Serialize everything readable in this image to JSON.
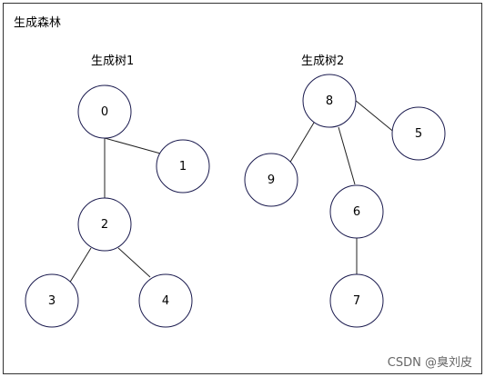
{
  "title": "生成森林",
  "trees": [
    {
      "label": "生成树1"
    },
    {
      "label": "生成树2"
    }
  ],
  "nodes": {
    "n0": "0",
    "n1": "1",
    "n2": "2",
    "n3": "3",
    "n4": "4",
    "n5": "5",
    "n6": "6",
    "n7": "7",
    "n8": "8",
    "n9": "9"
  },
  "watermark": "CSDN @臭刘皮",
  "colors": {
    "node_stroke": "#1a1a4e",
    "edge": "#222222"
  }
}
